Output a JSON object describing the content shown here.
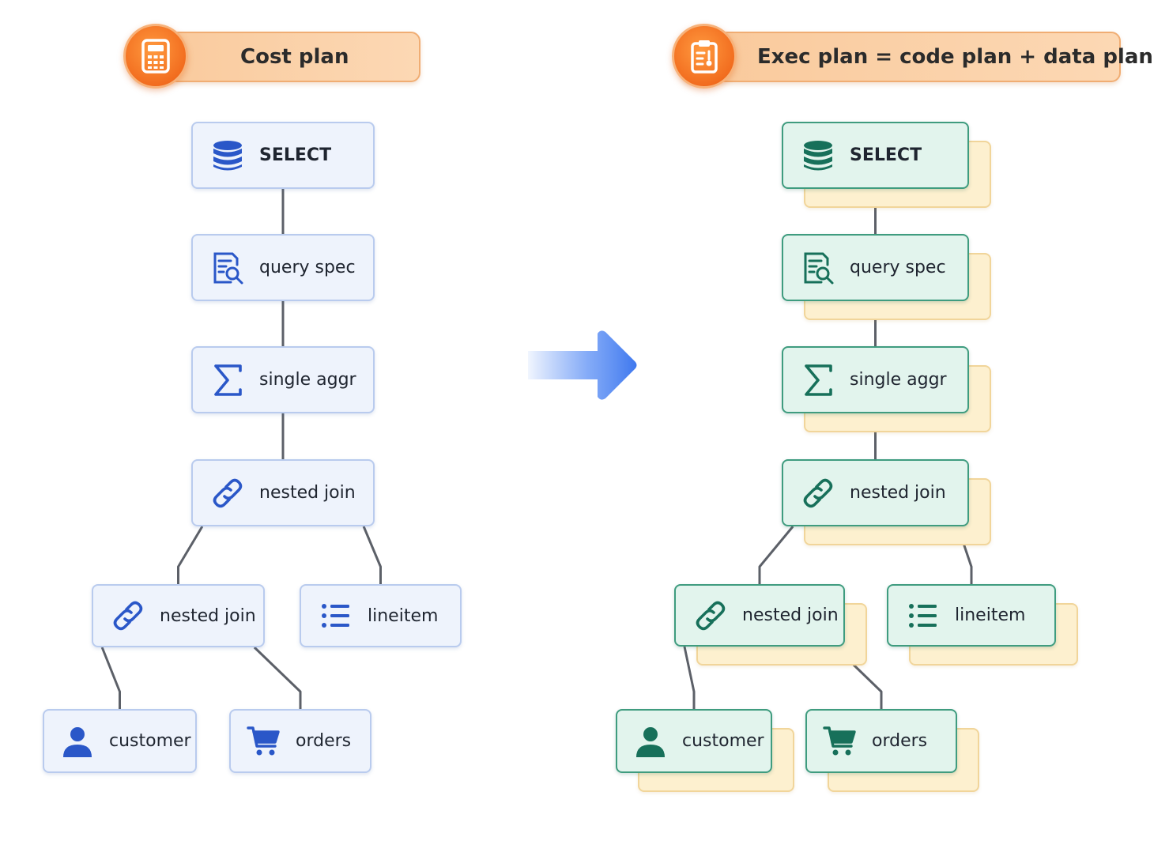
{
  "left_panel": {
    "header": {
      "title": "Cost plan",
      "icon": "calculator-icon"
    }
  },
  "right_panel": {
    "header": {
      "title": "Exec plan = code plan + data plan",
      "icon": "clipboard-icon"
    }
  },
  "transform_arrow": {
    "icon": "right-arrow-icon"
  },
  "tree": {
    "nodes": [
      {
        "id": "select",
        "label": "SELECT",
        "icon": "database-icon"
      },
      {
        "id": "query-spec",
        "label": "query spec",
        "icon": "document-search-icon"
      },
      {
        "id": "single-aggr",
        "label": "single aggr",
        "icon": "sigma-icon"
      },
      {
        "id": "nested-join-top",
        "label": "nested join",
        "icon": "link-icon"
      },
      {
        "id": "nested-join-inner",
        "label": "nested join",
        "icon": "link-icon"
      },
      {
        "id": "lineitem",
        "label": "lineitem",
        "icon": "list-icon"
      },
      {
        "id": "customer",
        "label": "customer",
        "icon": "user-icon"
      },
      {
        "id": "orders",
        "label": "orders",
        "icon": "cart-icon"
      }
    ],
    "edges": [
      [
        "select",
        "query-spec"
      ],
      [
        "query-spec",
        "single-aggr"
      ],
      [
        "single-aggr",
        "nested-join-top"
      ],
      [
        "nested-join-top",
        "nested-join-inner"
      ],
      [
        "nested-join-top",
        "lineitem"
      ],
      [
        "nested-join-inner",
        "customer"
      ],
      [
        "nested-join-inner",
        "orders"
      ]
    ]
  },
  "colors": {
    "left_icon": "#2a57c8",
    "right_icon": "#17705a",
    "edge": "#5c6068",
    "header_badge": "#f26d1f",
    "arrow": "#4f86f4"
  }
}
